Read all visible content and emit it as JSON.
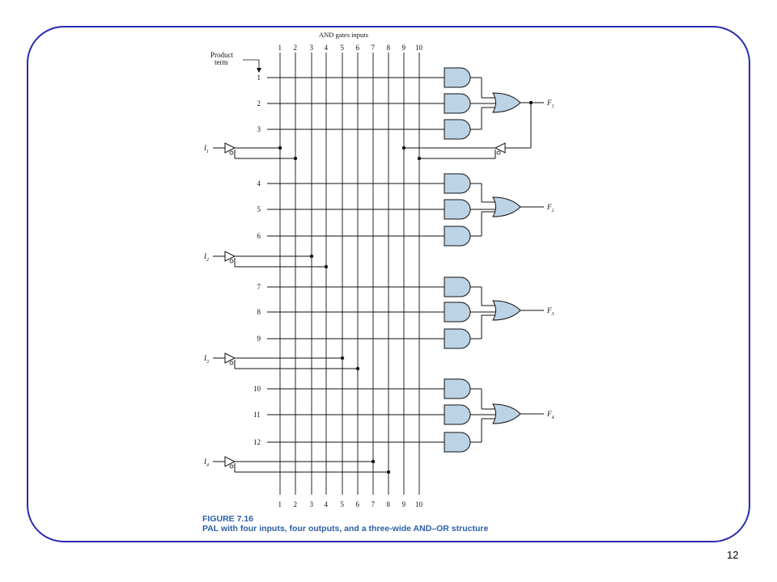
{
  "diagram": {
    "header_label": "AND gates inputs",
    "product_term_label": [
      "Product",
      "term"
    ],
    "column_numbers": [
      "1",
      "2",
      "3",
      "4",
      "5",
      "6",
      "7",
      "8",
      "9",
      "10"
    ],
    "product_terms": [
      "1",
      "2",
      "3",
      "4",
      "5",
      "6",
      "7",
      "8",
      "9",
      "10",
      "11",
      "12"
    ],
    "inputs": [
      {
        "name": "I",
        "sub": "1"
      },
      {
        "name": "I",
        "sub": "2"
      },
      {
        "name": "I",
        "sub": "3"
      },
      {
        "name": "I",
        "sub": "4"
      }
    ],
    "outputs": [
      {
        "name": "F",
        "sub": "1"
      },
      {
        "name": "F",
        "sub": "2"
      },
      {
        "name": "F",
        "sub": "3"
      },
      {
        "name": "F",
        "sub": "4"
      }
    ],
    "gate_fill": "#bcd3e6",
    "line_color": "#111111"
  },
  "caption": {
    "figure_label": "FIGURE 7.16",
    "figure_text": "PAL with four inputs, four outputs, and a three-wide AND–OR structure"
  },
  "slide_number": "12"
}
